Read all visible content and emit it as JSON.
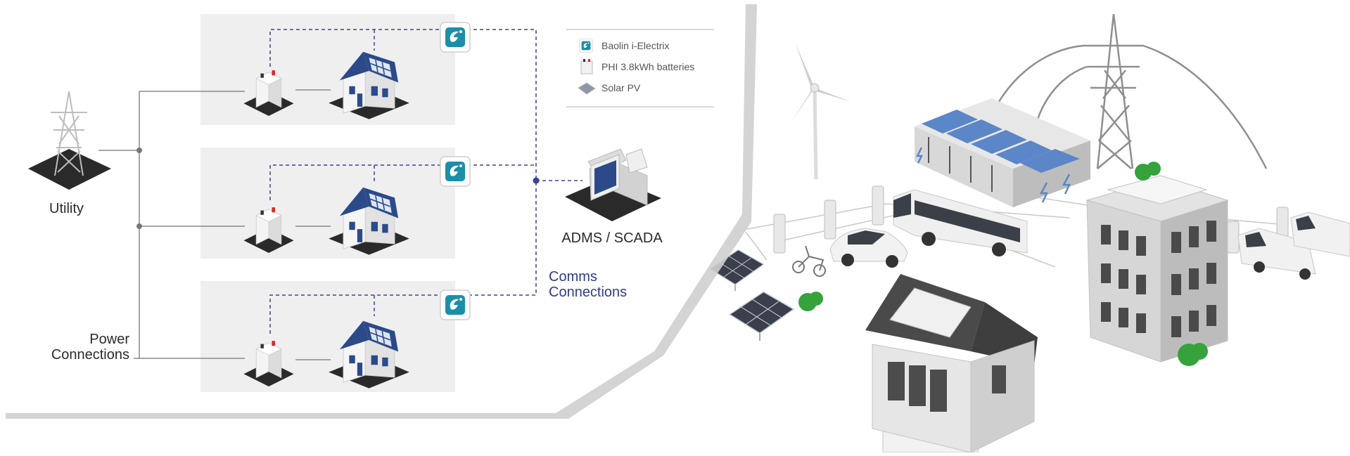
{
  "legend": {
    "controller": "Baolin i-Electrix",
    "battery": "PHI 3.8kWh batteries",
    "solar": "Solar PV"
  },
  "labels": {
    "utility": "Utility",
    "power_line1": "Power",
    "power_line2": "Connections",
    "adms": "ADMS / SCADA",
    "comms_line1": "Comms",
    "comms_line2": "Connections"
  },
  "colors": {
    "comms_line": "#3b4491",
    "power_line": "#8a8a8a",
    "panel_bg": "#efefef",
    "house_roof": "#2c4a8a",
    "controller_teal": "#1b8fa8",
    "battery_cap": "#e0202a"
  },
  "icons": [
    "utility-tower-icon",
    "battery-icon",
    "house-solar-icon",
    "controller-icon",
    "scada-computer-icon",
    "wind-turbine-icon",
    "transmission-tower-icon",
    "battery-storage-icon",
    "bus-icon",
    "ev-car-icon",
    "office-building-icon",
    "solar-panel-icon",
    "van-icon",
    "scooter-icon",
    "tree-icon"
  ]
}
